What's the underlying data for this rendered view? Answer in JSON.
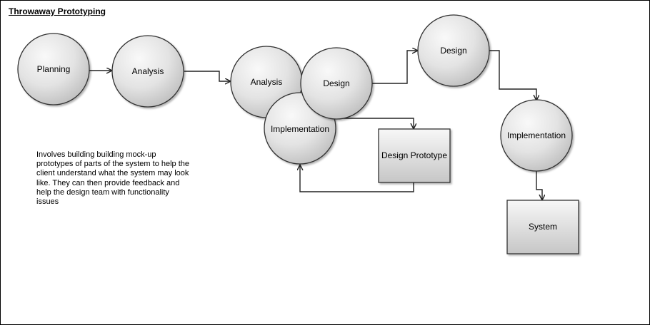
{
  "title": "Throwaway Prototyping",
  "description": "Involves building building mock-up prototypes of parts of the system to help the client understand what the system may look like. They can then provide feedback and help the design team with functionality issues",
  "nodes": {
    "planning": "Planning",
    "analysis_1": "Analysis",
    "analysis_2": "Analysis",
    "design_1": "Design",
    "implementation_1": "Implementation",
    "design_prototype": "Design Prototype",
    "design_2": "Design",
    "implementation_2": "Implementation",
    "system": "System"
  },
  "colors": {
    "node_fill_light": "#f8f8f8",
    "node_fill_dark": "#c4c4c4",
    "stroke": "#333333"
  }
}
